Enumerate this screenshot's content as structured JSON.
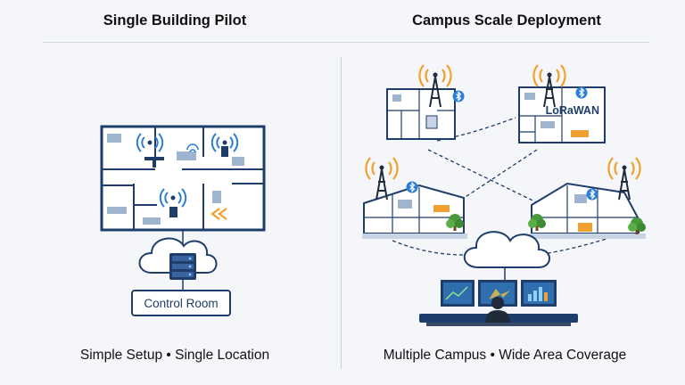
{
  "left_panel": {
    "title": "Single Building Pilot",
    "control_room_label": "Control Room",
    "caption": "Simple Setup • Single Location"
  },
  "right_panel": {
    "title": "Campus Scale Deployment",
    "lorawan_label": "LoRaWAN",
    "caption": "Multiple Campus • Wide Area Coverage"
  },
  "colors": {
    "navy": "#1f3d6b",
    "signal_blue": "#2a7fd4",
    "signal_orange": "#f0a030",
    "tree_green": "#4a9a3c",
    "screen_blue": "#2f6fb0"
  },
  "icons": [
    "wifi-signal-icon",
    "bluetooth-icon",
    "radio-tower-icon",
    "cloud-icon",
    "server-icon",
    "tree-icon",
    "operator-icon"
  ]
}
